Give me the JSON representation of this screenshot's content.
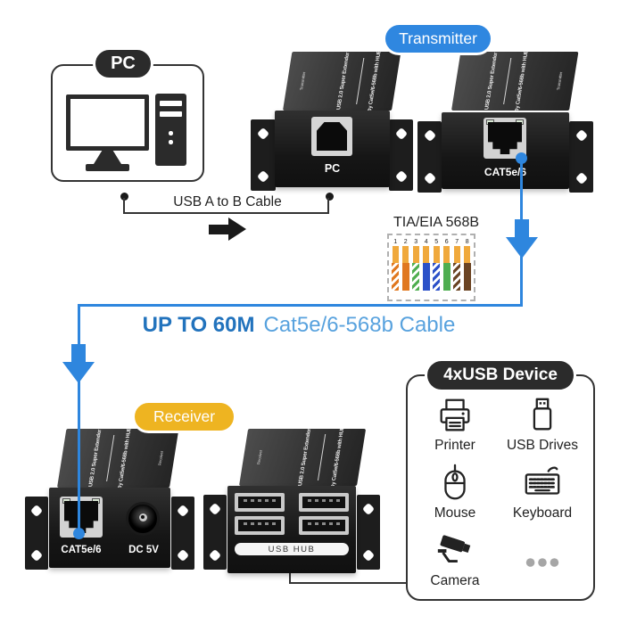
{
  "colors": {
    "blue": "#2f87e0",
    "link_blue": "#2e86de",
    "orange": "#eeb421",
    "pill_black": "#2b2b2b",
    "distance_bold_blue": "#2273bd",
    "distance_light_blue": "#58a2de",
    "pin_gold": "#f0a93c"
  },
  "pc": {
    "label": "PC"
  },
  "usb_cable": {
    "label": "USB A to B Cable"
  },
  "transmitter": {
    "label": "Transmitter",
    "top_line1": "USB 2.0 Super Extender",
    "top_line2": "By Cat5e/6-568b with HUB",
    "side_label": "Transmitter",
    "usb_port_label": "PC",
    "lan_port_label": "CAT5e/6"
  },
  "tia": {
    "title": "TIA/EIA 568B",
    "pin_numbers": [
      "1",
      "2",
      "3",
      "4",
      "5",
      "6",
      "7",
      "8"
    ],
    "wires": [
      {
        "order": 1,
        "type": "striped",
        "color": "#e07820",
        "name": "white-orange"
      },
      {
        "order": 2,
        "type": "solid",
        "color": "#e07820",
        "name": "orange"
      },
      {
        "order": 3,
        "type": "striped",
        "color": "#4fae50",
        "name": "white-green"
      },
      {
        "order": 4,
        "type": "solid",
        "color": "#2b50c8",
        "name": "blue"
      },
      {
        "order": 5,
        "type": "striped",
        "color": "#2b50c8",
        "name": "white-blue"
      },
      {
        "order": 6,
        "type": "solid",
        "color": "#4fae50",
        "name": "green"
      },
      {
        "order": 7,
        "type": "striped",
        "color": "#6b4423",
        "name": "white-brown"
      },
      {
        "order": 8,
        "type": "solid",
        "color": "#6b4423",
        "name": "brown"
      }
    ]
  },
  "distance": {
    "emphasis": "UP TO 60M",
    "detail": "Cat5e/6-568b Cable"
  },
  "receiver": {
    "label": "Receiver",
    "top_line1": "USB 2.0 Super Extender",
    "top_line2": "By Cat5e/6-568b with HUB",
    "side_label": "Receiver",
    "lan_port_label": "CAT5e/6",
    "power_port_label": "DC 5V",
    "hub_label": "USB HUB"
  },
  "usb_devices": {
    "label": "4xUSB Device",
    "items": [
      {
        "name": "Printer",
        "icon": "printer-icon"
      },
      {
        "name": "USB Drives",
        "icon": "usb-drive-icon"
      },
      {
        "name": "Mouse",
        "icon": "mouse-icon"
      },
      {
        "name": "Keyboard",
        "icon": "keyboard-icon"
      },
      {
        "name": "Camera",
        "icon": "camera-icon"
      }
    ],
    "more_indicator_icon": "ellipsis-icon"
  }
}
